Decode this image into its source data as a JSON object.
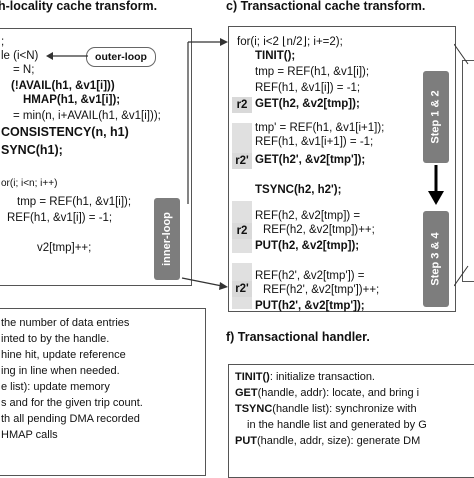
{
  "header_left": "h-locality cache transform.",
  "header_right": "c) Transactional cache transform.",
  "header_f": "f) Transactional handler.",
  "outer_loop_label": "outer-loop",
  "inner_loop_label": "inner-loop",
  "left_code": [
    ";",
    "le (i<N)",
    "= N;",
    "(!AVAIL(h1, &v1[i]))",
    "HMAP(h1, &v1[i]);",
    "= min(n, i+AVAIL(h1, &v1[i]));",
    "CONSISTENCY(n, h1)",
    "SYNC(h1);",
    "or(i; i<n; i++)",
    "tmp = REF(h1, &v1[i]);",
    "REF(h1, &v1[i]) = -1;",
    "v2[tmp]++;"
  ],
  "right_code": {
    "loop": "for(i; i<2 ⌊n/2⌋; i+=2);",
    "tinit": "TINIT();",
    "tmp1": "tmp = REF(h1, &v1[i]);",
    "ref1": "REF(h1, &v1[i]) = -1;",
    "get1": "GET(h2, &v2[tmp]);",
    "tmp2": "tmp' = REF(h1, &v1[i+1]);",
    "ref2": "REF(h1, &v1[i+1]) = -1;",
    "get2": "GET(h2', &v2[tmp']);",
    "tsync": "TSYNC(h2, h2');",
    "put1a": "REF(h2, &v2[tmp]) =",
    "put1b": "REF(h2, &v2[tmp])++;",
    "put1c": "PUT(h2, &v2[tmp]);",
    "put2a": "REF(h2', &v2[tmp']) =",
    "put2b": "REF(h2', &v2[tmp'])++;",
    "put2c": "PUT(h2', &v2[tmp']);"
  },
  "tags": {
    "r2": "r2",
    "r2p": "r2'"
  },
  "steps": {
    "step12": "Step 1 & 2",
    "step34": "Step 3 & 4"
  },
  "bottom_left_notes": [
    "the number of data entries",
    "inted to by the handle.",
    "hine hit, update reference",
    "ing in line when needed.",
    "e list): update memory",
    "s and for the given trip count.",
    "th all pending DMA recorded",
    "HMAP calls"
  ],
  "handler": {
    "l1k": "TINIT()",
    "l1t": ": initialize transaction.",
    "l2k": "GET",
    "l2t": "(handle, addr): locate, and bring i",
    "l3k": "TSYNC",
    "l3t": "(handle list): synchronize with",
    "l4t": "in the handle list and generated by G",
    "l5k": "PUT",
    "l5t": "(handle, addr, size): generate DM"
  },
  "colors": {
    "pill": "#7d7d7d",
    "tag": "#d9d9d9",
    "border": "#555555"
  }
}
